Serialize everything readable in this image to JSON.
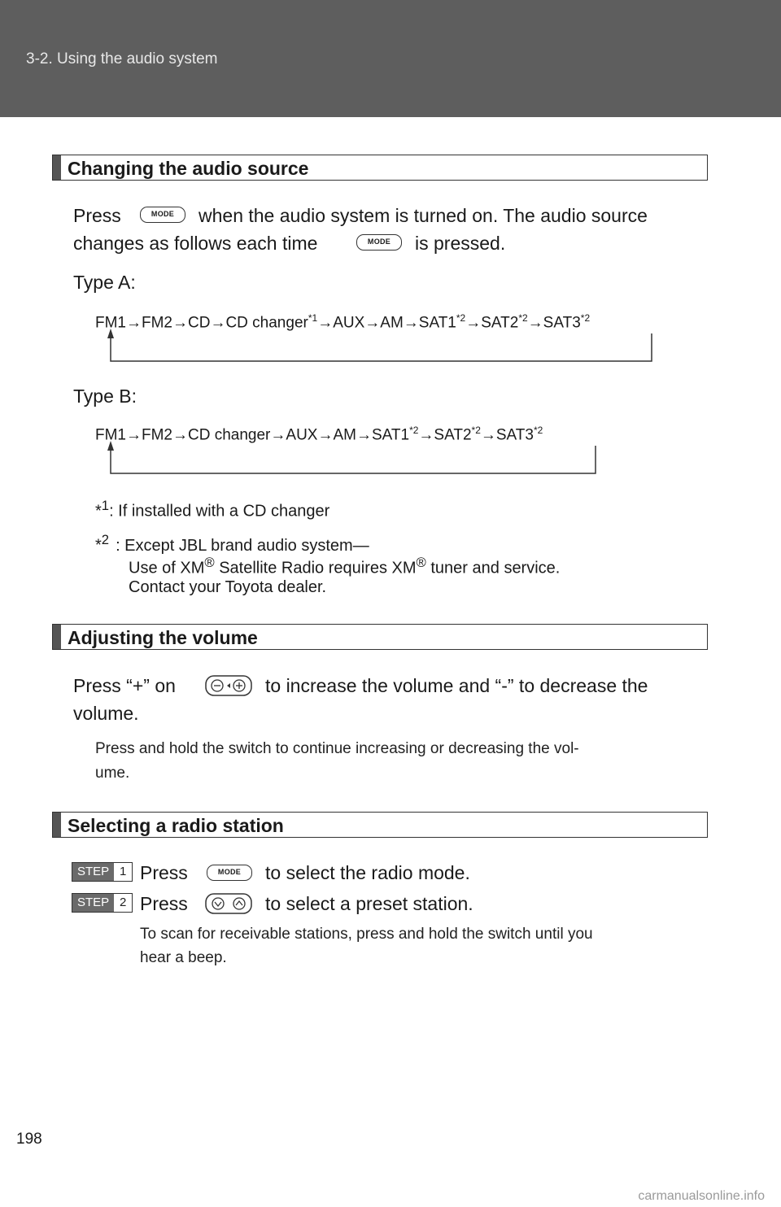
{
  "header": {
    "section": "3-2. Using the audio system"
  },
  "audio_source": {
    "title": "Changing the audio source",
    "line1_pre": "Press",
    "line1_post": "when the audio system is turned on. The audio source",
    "line2_pre": "changes as follows each time",
    "line2_post": "is pressed.",
    "mode_label": "MODE",
    "type_a_label": "Type A:",
    "type_b_label": "Type B:",
    "note1": ": If installed with a CD changer",
    "note2_line1": ": Except JBL brand audio system—",
    "note2_line2_a": "Use of XM",
    "note2_line2_b": " Satellite Radio requires XM",
    "note2_line2_c": " tuner and service.",
    "note2_line3": "Contact your Toyota dealer.",
    "note_star": "*",
    "note1_sup": "1",
    "note2_sup": "2",
    "reg": "®"
  },
  "chain_a": {
    "parts": [
      "FM1",
      "→",
      "FM2",
      "→",
      "CD",
      "→",
      "CD changer",
      "*1",
      "→",
      "AUX",
      "→",
      "AM",
      "→",
      "SAT1",
      "*2",
      "→",
      "SAT2",
      "*2",
      "→",
      "SAT3",
      "*2"
    ]
  },
  "chain_b": {
    "parts": [
      "FM1",
      "→",
      "FM2",
      "→",
      "CD changer",
      "→",
      "AUX",
      "→",
      "AM",
      "→",
      "SAT1",
      "*2",
      "→",
      "SAT2",
      "*2",
      "→",
      "SAT3",
      "*2"
    ]
  },
  "volume": {
    "title": "Adjusting the volume",
    "line1_pre": "Press “+” on",
    "line1_post": "to increase the volume and “-” to decrease the",
    "line2": "volume.",
    "note_line1": "Press and hold the switch to continue increasing or decreasing the vol-",
    "note_line2": "ume."
  },
  "radio": {
    "title": "Selecting a radio station",
    "step_label": "STEP",
    "step1_num": "1",
    "step1_pre": "Press",
    "step1_post": "to select the radio mode.",
    "step2_num": "2",
    "step2_pre": "Press",
    "step2_post": "to select a preset station.",
    "note_line1": "To scan for receivable stations, press and hold the switch until you",
    "note_line2": "hear a beep."
  },
  "footer": {
    "page_number": "198",
    "watermark": "carmanualsonline.info"
  }
}
